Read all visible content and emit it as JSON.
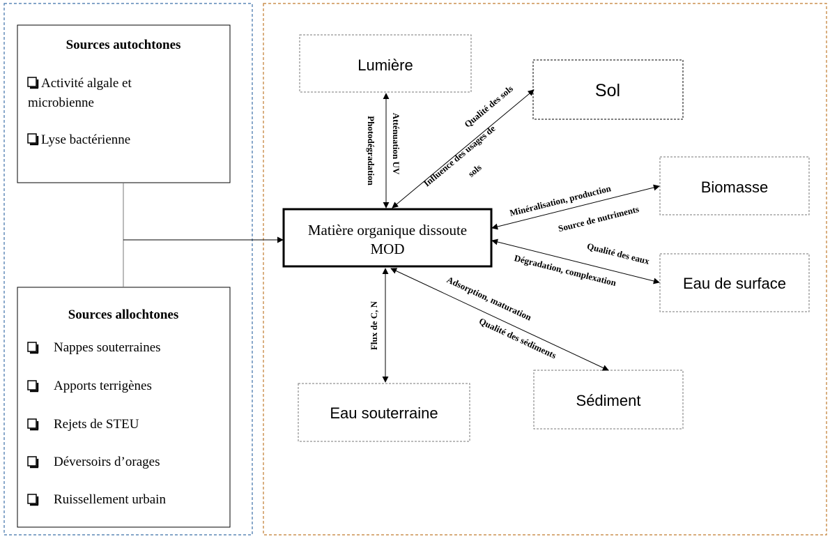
{
  "left_panel": {
    "autochtones": {
      "title": "Sources autochtones",
      "items": [
        "Activité algale et",
        "microbienne",
        "Lyse bactérienne"
      ]
    },
    "allochtones": {
      "title": "Sources allochtones",
      "items": [
        "Nappes souterraines",
        "Apports terrigènes",
        "Rejets de STEU",
        "Déversoirs d’orages",
        "Ruissellement urbain"
      ]
    }
  },
  "center": {
    "line1": "Matière organique dissoute",
    "line2": "MOD"
  },
  "nodes": {
    "lumiere": "Lumière",
    "sol": "Sol",
    "biomasse": "Biomasse",
    "eau_surface": "Eau de surface",
    "sediment": "Sédiment",
    "eau_souterraine": "Eau souterraine"
  },
  "links": {
    "attenuation": "Atténuation UV",
    "photodegradation": "Photodégradation",
    "qualite_sols": "Qualité des sols",
    "influence_usages_1": "Influence des usages de",
    "influence_usages_2": "sols",
    "mineralisation": "Minéralisation,  production",
    "source_nutriments": "Source de nutriments",
    "qualite_eaux": "Qualité des eaux",
    "degradation": "Dégradation, complexation",
    "adsorption": "Adsorption,  maturation",
    "qualite_sediments": "Qualité des sédiments",
    "flux": "Flux de C, N"
  },
  "colors": {
    "left_frame": "#3b6fa8",
    "right_frame": "#c07a2c",
    "line": "#000000",
    "node_border": "#777777"
  }
}
